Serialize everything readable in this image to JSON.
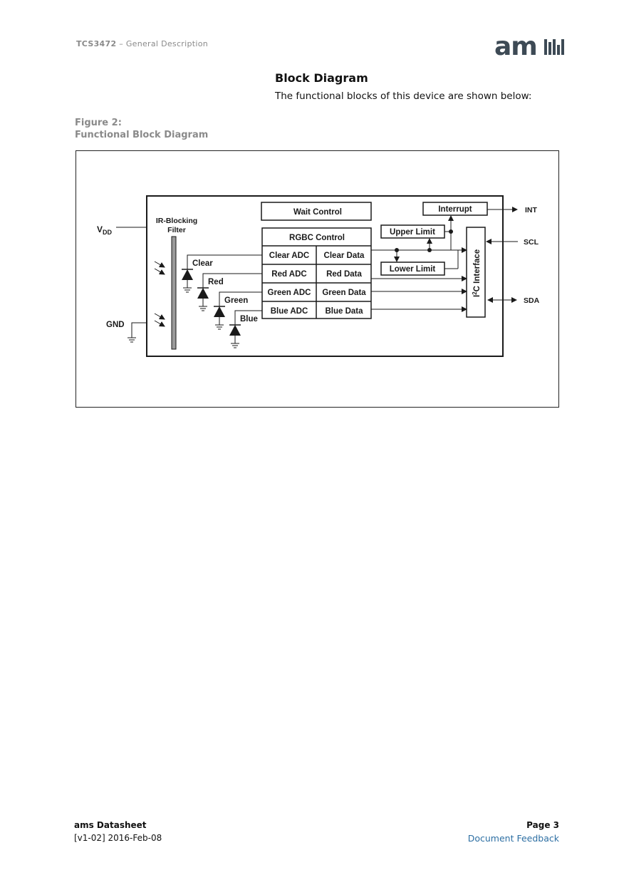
{
  "header": {
    "doc_id": "TCS3472",
    "separator": "–",
    "section": "General Description"
  },
  "logo": {
    "text": "am",
    "colors": {
      "primary": "#3d4a55"
    }
  },
  "section": {
    "title": "Block Diagram",
    "intro": "The functional blocks of this device are shown below:"
  },
  "figure": {
    "caption_number": "Figure 2:",
    "caption_title": "Functional Block Diagram",
    "diagram": {
      "pins": {
        "vdd": "V",
        "vdd_sub": "DD",
        "gnd": "GND",
        "int": "INT",
        "scl": "SCL",
        "sda": "SDA"
      },
      "filter_label_1": "IR-Blocking",
      "filter_label_2": "Filter",
      "wait_control": "Wait Control",
      "rgbc_control": "RGBC Control",
      "adcs": [
        "Clear ADC",
        "Red ADC",
        "Green ADC",
        "Blue ADC"
      ],
      "data": [
        "Clear Data",
        "Red Data",
        "Green Data",
        "Blue Data"
      ],
      "photodiodes": [
        "Clear",
        "Red",
        "Green",
        "Blue"
      ],
      "interrupt": "Interrupt",
      "upper_limit": "Upper Limit",
      "lower_limit": "Lower Limit",
      "i2c_prefix": "I",
      "i2c_sup": "2",
      "i2c_suffix": "C Interface"
    }
  },
  "footer": {
    "left_title": "ams Datasheet",
    "left_version": "[v1-02] 2016-Feb-08",
    "right_page": "Page 3",
    "right_link": "Document Feedback"
  }
}
